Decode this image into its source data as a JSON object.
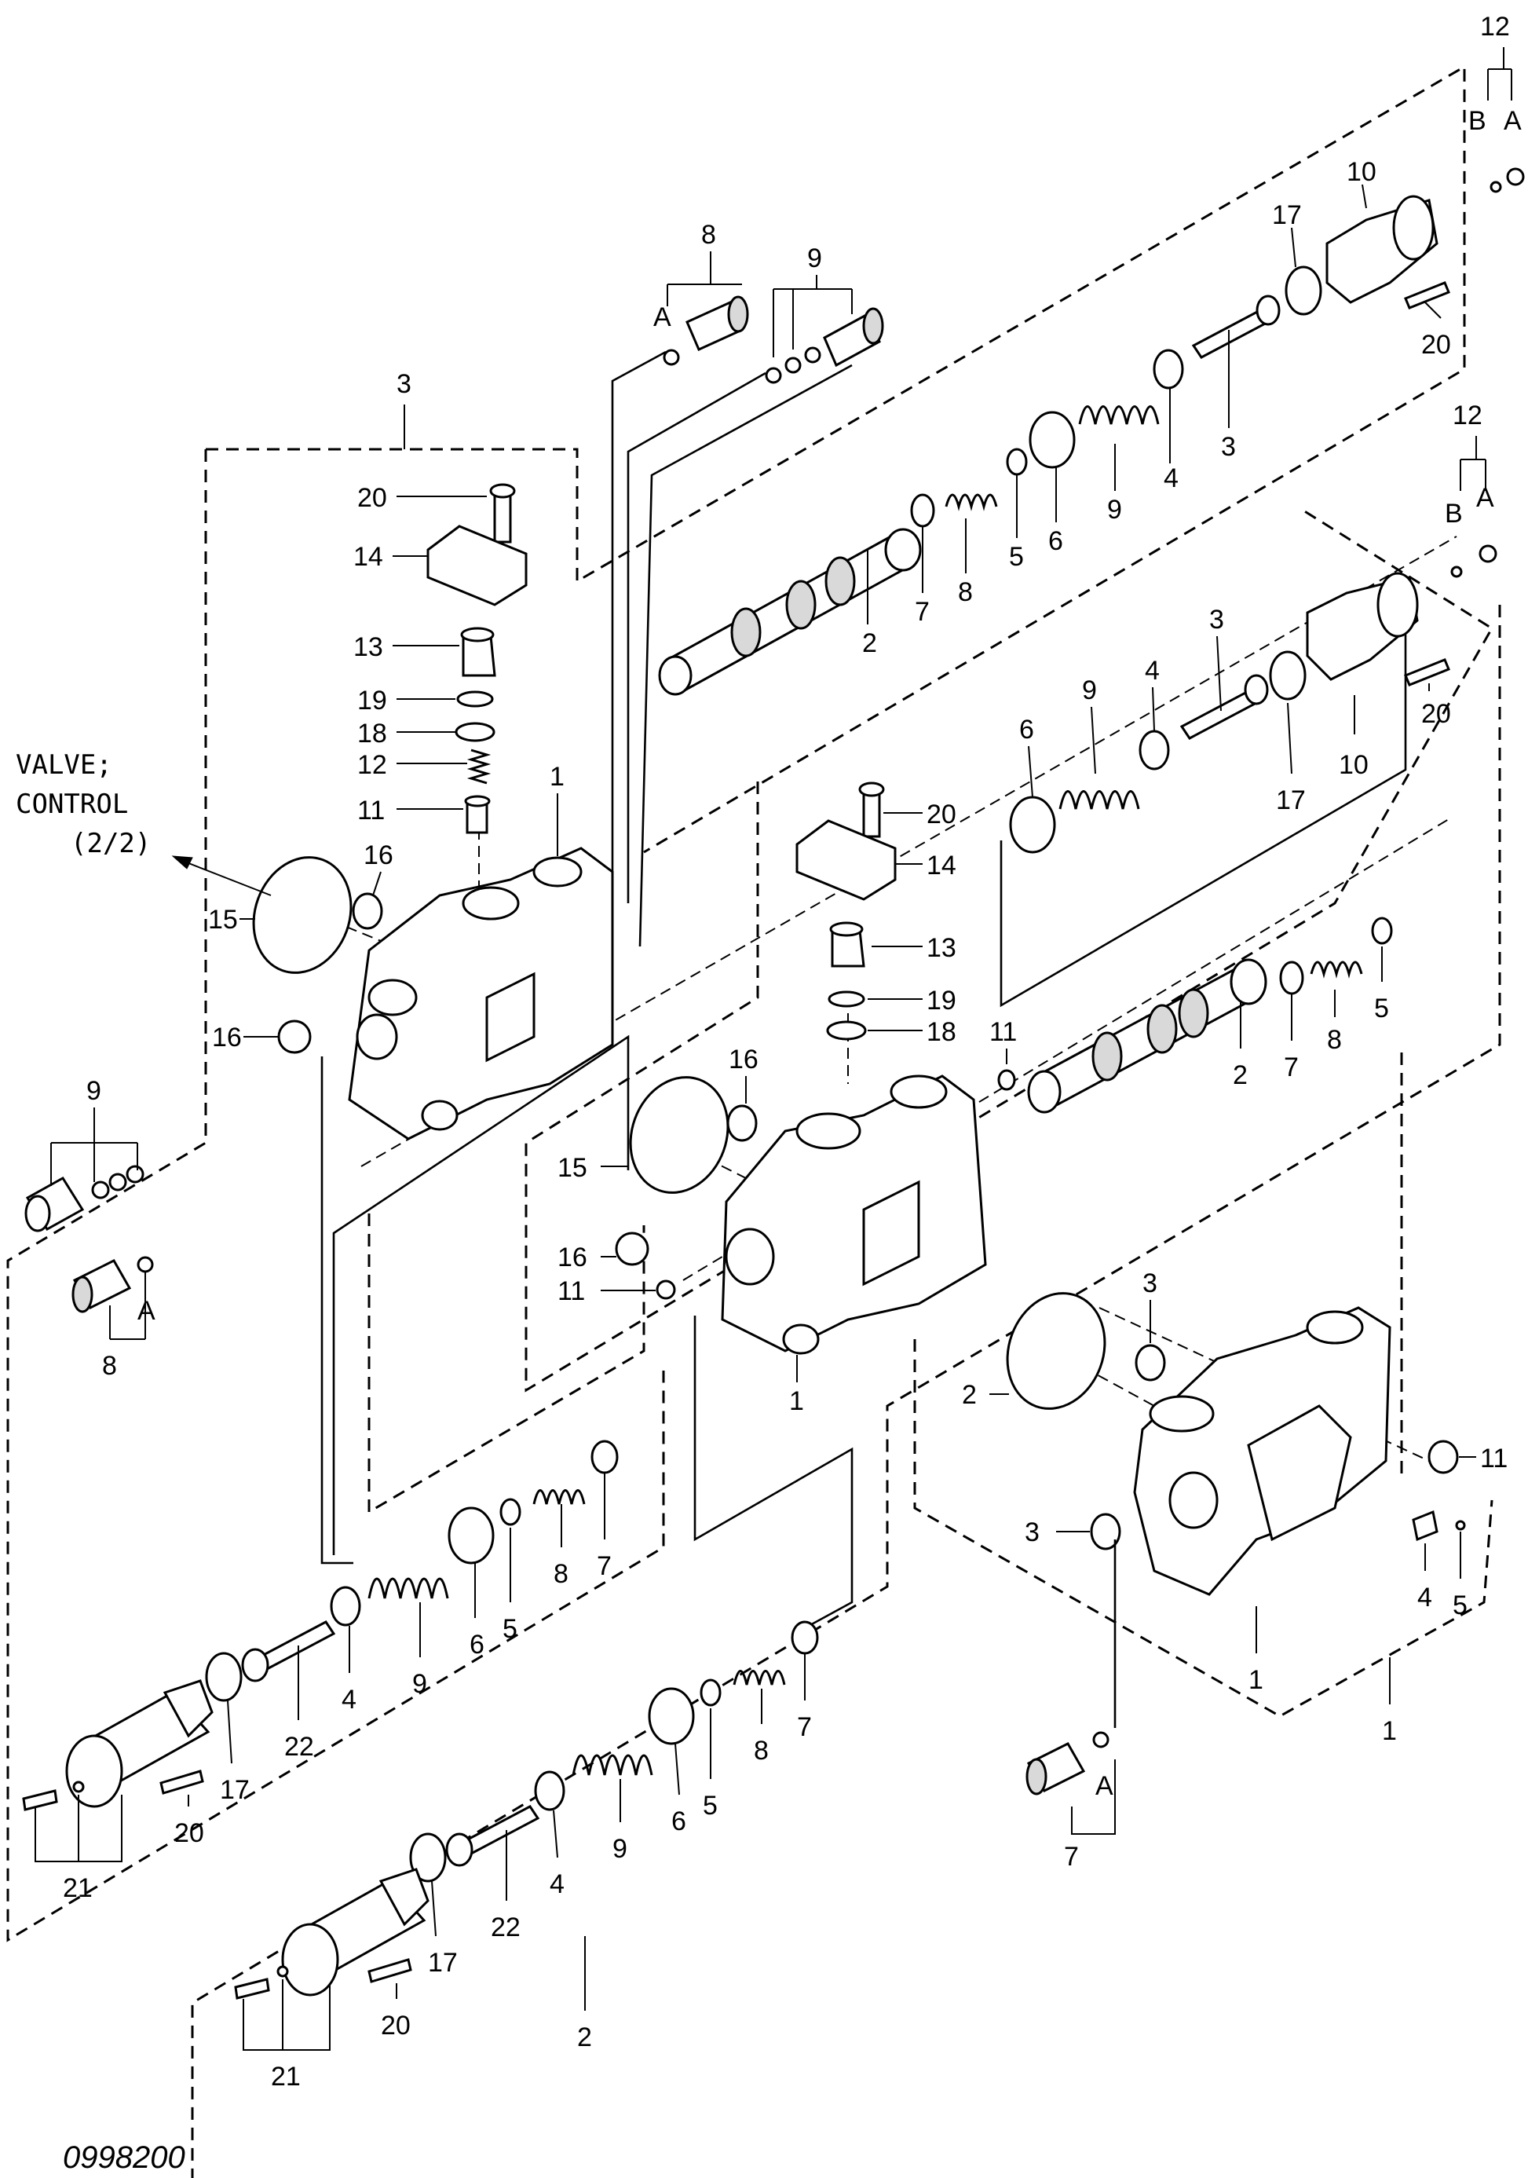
{
  "reference_label": {
    "line1": "VALVE;",
    "line2": "CONTROL",
    "line3": "(2/2)"
  },
  "drawing_number": "0998200",
  "callouts": {
    "c1": "1",
    "c2": "2",
    "c3": "3",
    "c4": "4",
    "c5": "5",
    "c6": "6",
    "c7": "7",
    "c8": "8",
    "c9": "9",
    "c10": "10",
    "c11": "11",
    "c12": "12",
    "c13": "13",
    "c14": "14",
    "c15": "15",
    "c16": "16",
    "c17": "17",
    "c18": "18",
    "c19": "19",
    "c20": "20",
    "c21": "21",
    "c22": "22",
    "A": "A",
    "B": "B"
  }
}
